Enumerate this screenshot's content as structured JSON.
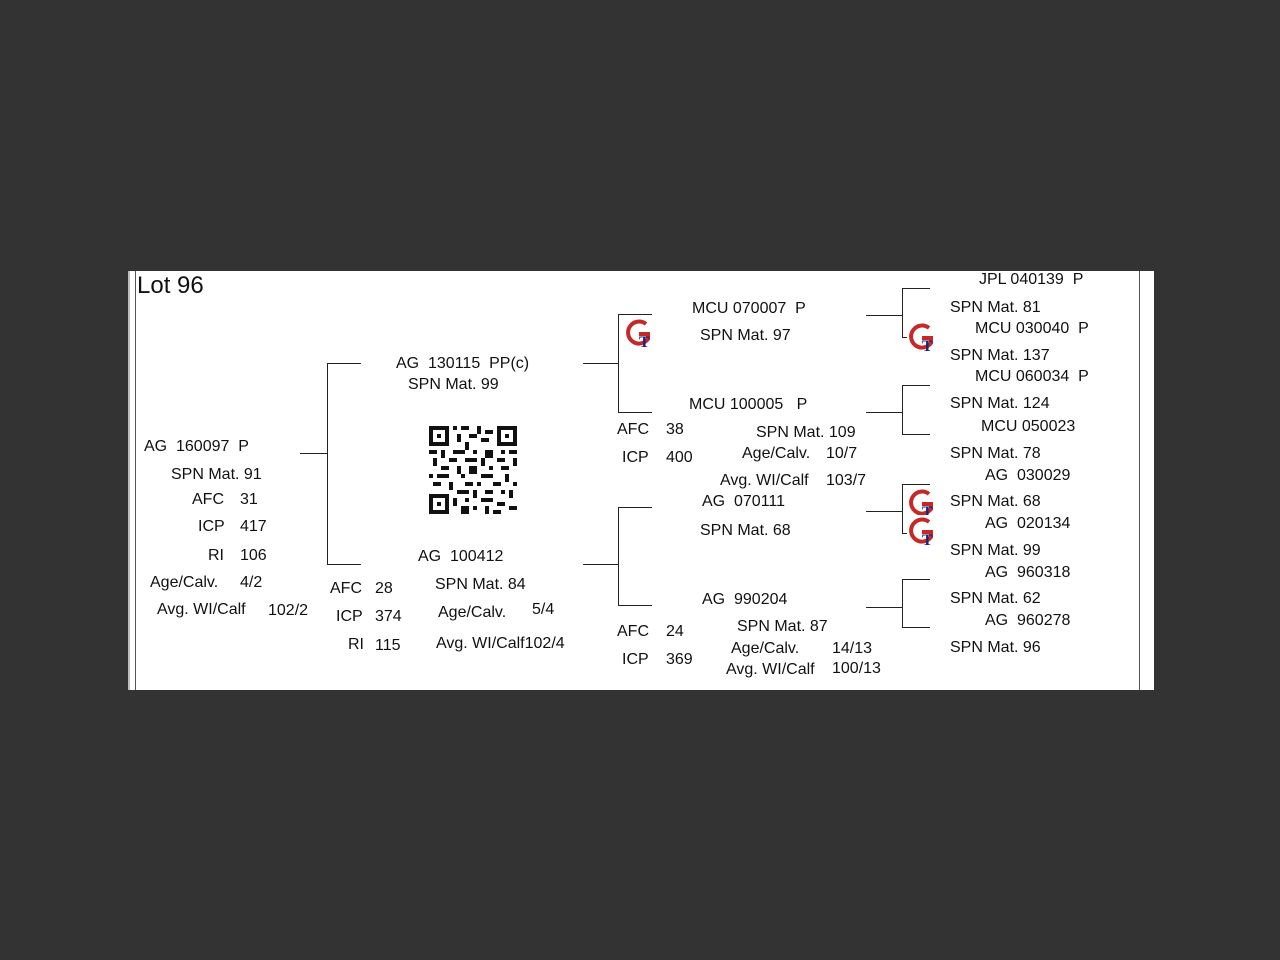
{
  "lot_title": "Lot 96",
  "icons": {
    "gt": "gt-logo-icon",
    "qr": "qr-code-icon"
  },
  "subject": {
    "name": "AG  160097  P",
    "spn": "SPN Mat. 91",
    "afc_label": "AFC",
    "afc": "31",
    "icp_label": "ICP",
    "icp": "417",
    "ri_label": "RI",
    "ri": "106",
    "agecalv_label": "Age/Calv.",
    "agecalv": "4/2",
    "avgwi_label": "Avg. WI/Calf",
    "avgwi": "102/2"
  },
  "sire": {
    "name": "AG  130115  PP(c)",
    "spn": "SPN Mat. 99"
  },
  "dam": {
    "name": "AG  100412",
    "spn": "SPN Mat. 84",
    "afc_label": "AFC",
    "afc": "28",
    "icp_label": "ICP",
    "icp": "374",
    "ri_label": "RI",
    "ri": "115",
    "agecalv_label": "Age/Calv.",
    "agecalv": "5/4",
    "avgwi": "Avg. WI/Calf102/4"
  },
  "ss": {
    "name": "MCU 070007  P",
    "spn": "SPN Mat. 97"
  },
  "sd": {
    "name": "MCU 100005   P",
    "spn": "SPN Mat. 109",
    "afc_label": "AFC",
    "afc": "38",
    "icp_label": "ICP",
    "icp": "400",
    "agecalv_label": "Age/Calv.",
    "agecalv": "10/7",
    "avgwi_label": "Avg. WI/Calf",
    "avgwi": "103/7"
  },
  "ds": {
    "name": "AG  070111",
    "spn": "SPN Mat. 68"
  },
  "dd": {
    "name": "AG  990204",
    "spn": "SPN Mat. 87",
    "afc_label": "AFC",
    "afc": "24",
    "icp_label": "ICP",
    "icp": "369",
    "agecalv_label": "Age/Calv.",
    "agecalv": "14/13",
    "avgwi_label": "Avg. WI/Calf",
    "avgwi": "100/13"
  },
  "great_grandparents": [
    {
      "name": "JPL 040139  P",
      "spn": "SPN Mat. 81"
    },
    {
      "name": "MCU 030040  P",
      "spn": "SPN Mat. 137"
    },
    {
      "name": "MCU 060034  P",
      "spn": "SPN Mat. 124"
    },
    {
      "name": "MCU 050023",
      "spn": "SPN Mat. 78"
    },
    {
      "name": "AG  030029",
      "spn": "SPN Mat. 68"
    },
    {
      "name": "AG  020134",
      "spn": "SPN Mat. 99"
    },
    {
      "name": "AG  960318",
      "spn": "SPN Mat. 62"
    },
    {
      "name": "AG  960278",
      "spn": "SPN Mat. 96"
    }
  ]
}
